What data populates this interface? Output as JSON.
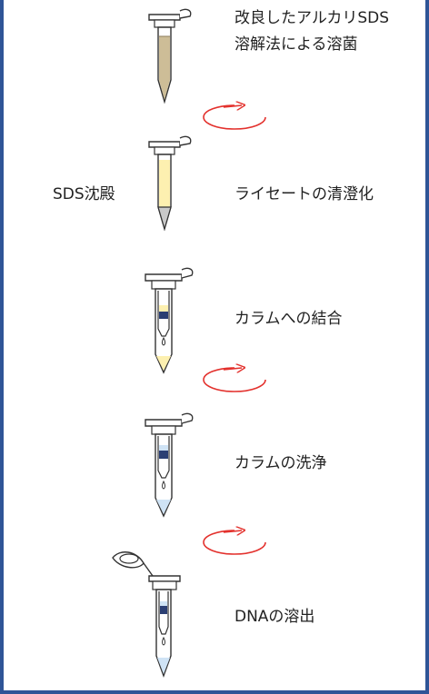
{
  "steps": [
    {
      "label_line1": "改良したアルカリSDS",
      "label_line2": "溶解法による溶菌"
    },
    {
      "label": "ライセートの清澄化",
      "side_label": "SDS沈殿"
    },
    {
      "label": "カラムへの結合"
    },
    {
      "label": "カラムの洗浄"
    },
    {
      "label": "DNAの溶出"
    }
  ],
  "colors": {
    "frame": "#2f5597",
    "lysate": "#cdbd97",
    "cleared_lysate": "#fdf0b0",
    "sds_pellet": "#c9c9c9",
    "column_band": "#2b3f73",
    "elution_liquid": "#cfe3f5",
    "spin_arrow": "#e3312d"
  }
}
